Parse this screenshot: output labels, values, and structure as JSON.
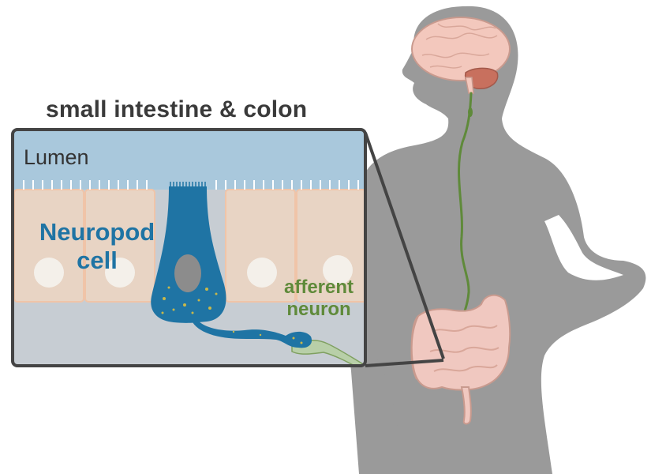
{
  "title": "small intestine & colon",
  "labels": {
    "lumen": "Lumen",
    "neuropod_cell": "Neuropod cell",
    "afferent_neuron": "afferent neuron"
  },
  "colors": {
    "silhouette": "#9a9a9a",
    "brain": "#f3c8bd",
    "cerebellum": "#c8705e",
    "nerve": "#5f8a3a",
    "gut": "#f0c8c0",
    "lumen": "#a9c8dc",
    "epithelium": "#e8d4c4",
    "lamina": "#c7cdd3",
    "neuropod": "#1f74a4",
    "nucleus": "#8c8c8c"
  }
}
